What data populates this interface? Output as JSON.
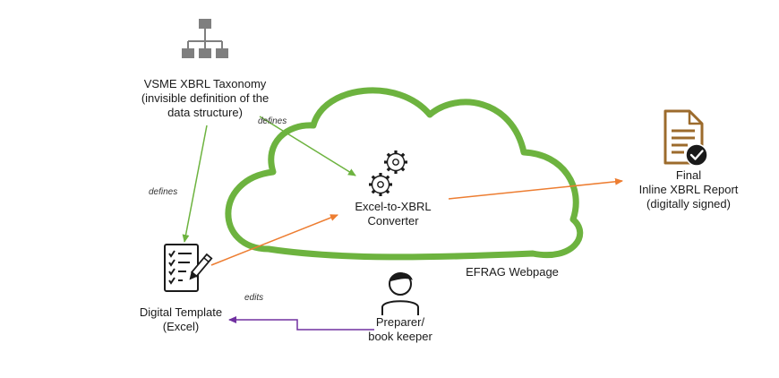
{
  "colors": {
    "cloud": "#6db33f",
    "defines_arrow": "#6db33f",
    "input_arrow": "#ed7d31",
    "edits_arrow": "#7030a0",
    "icon_gray": "#7f7f7f",
    "doc_gold": "#9c6b2c",
    "badge": "#1a1a1a"
  },
  "nodes": {
    "taxonomy": {
      "icon": "hierarchy-icon",
      "lines": [
        "VSME XBRL Taxonomy",
        "(invisible definition of the",
        "data structure)"
      ]
    },
    "converter": {
      "icon": "gears-icon",
      "lines": [
        "Excel-to-XBRL",
        "Converter"
      ]
    },
    "report": {
      "icon": "signed-document-icon",
      "lines": [
        "Final",
        "Inline XBRL Report",
        "(digitally signed)"
      ]
    },
    "template": {
      "icon": "checklist-icon",
      "lines": [
        "Digital Template",
        "(Excel)"
      ]
    },
    "preparer": {
      "icon": "person-icon",
      "lines": [
        "Preparer/",
        "book keeper"
      ]
    }
  },
  "cloud_label": "EFRAG Webpage",
  "edges": {
    "taxonomy_to_converter": "defines",
    "taxonomy_to_template": "defines",
    "preparer_to_template": "edits"
  }
}
